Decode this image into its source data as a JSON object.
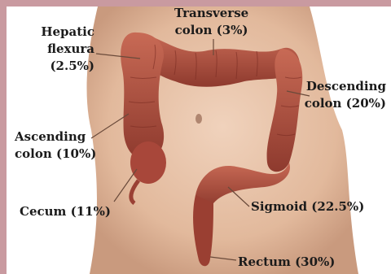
{
  "labels": {
    "transverse": {
      "line1": "Transverse",
      "line2": "colon (3%)"
    },
    "hepatic": {
      "line1": "Hepatic",
      "line2": "flexura",
      "line3": "(2.5%)"
    },
    "descending": {
      "line1": "Descending",
      "line2": "colon (20%)"
    },
    "ascending": {
      "line1": "Ascending",
      "line2": "colon (10%)"
    },
    "cecum": {
      "line1": "Cecum (11%)"
    },
    "sigmoid": {
      "line1": "Sigmoid (22.5%)"
    },
    "rectum": {
      "line1": "Rectum (30%)"
    }
  },
  "colors": {
    "skin": "#e8c4a8",
    "colon": "#b2503f",
    "border": "#c99aa0",
    "leader": "#6a4a3a"
  }
}
